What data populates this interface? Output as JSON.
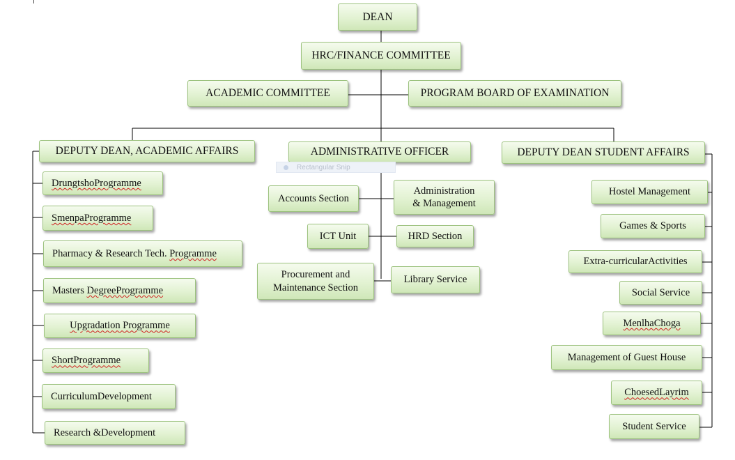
{
  "top": {
    "dean": "DEAN",
    "hrc": "HRC/FINANCE COMMITTEE",
    "academic_committee": "ACADEMIC COMMITTEE",
    "program_board": "PROGRAM BOARD OF EXAMINATION"
  },
  "branches": {
    "academic": "DEPUTY DEAN, ACADEMIC AFFAIRS",
    "admin": "ADMINISTRATIVE OFFICER",
    "student": "DEPUTY DEAN STUDENT AFFAIRS"
  },
  "academic_items": {
    "drungtsho": "DrungtshoProgramme",
    "smenpa": "SmenpaProgramme",
    "pharmacy": {
      "a": "Pharmacy & Research Tech. ",
      "b": "Programme"
    },
    "masters": {
      "a": "Masters ",
      "b": "DegreeProgramme"
    },
    "upgradation": "Upgradation Programme",
    "short": "ShortProgramme",
    "curriculum": "CurriculumDevelopment",
    "research": "Research &Development"
  },
  "admin_items": {
    "accounts": "Accounts Section",
    "administration": {
      "line1": "Administration",
      "line2": "& Management"
    },
    "ict": "ICT Unit",
    "hrd": "HRD Section",
    "procurement": {
      "line1": "Procurement and",
      "line2": "Maintenance Section"
    },
    "library": "Library Service"
  },
  "student_items": {
    "hostel": "Hostel Management",
    "games": "Games & Sports",
    "extra": "Extra-curricularActivities",
    "social": "Social Service",
    "menlha": "MenlhaChoga",
    "guest": "Management of Guest House",
    "choesed": "ChoesedLayrim",
    "student_service": "Student Service"
  },
  "overlay": {
    "snip_label": "Rectangular Snip"
  },
  "colors": {
    "box_fill": "#e2f2d2",
    "box_border": "#9cc27e",
    "line": "#000000",
    "spellcheck": "#d02020"
  }
}
